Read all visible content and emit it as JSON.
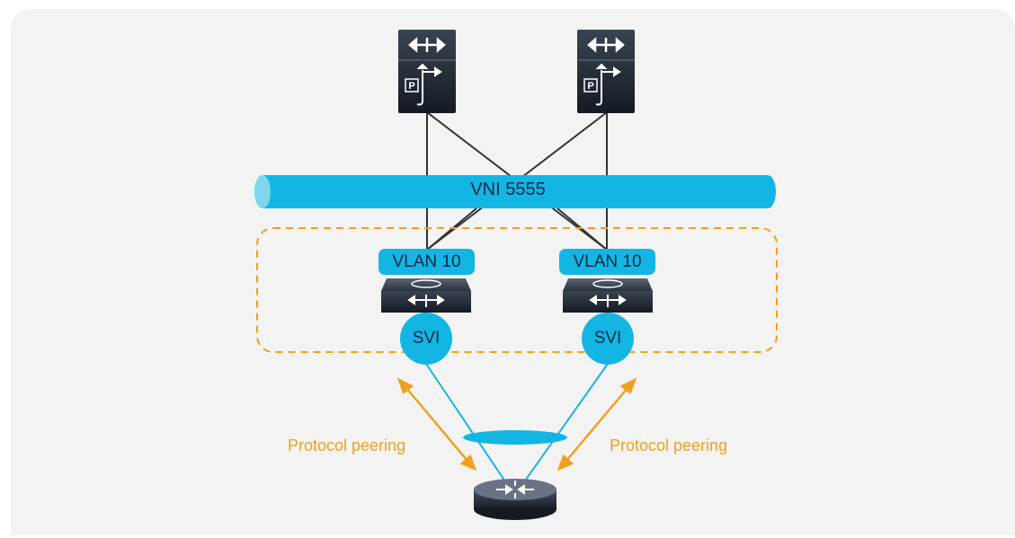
{
  "network": {
    "vni_label": "VNI 5555",
    "vlan_left": "VLAN 10",
    "vlan_right": "VLAN 10",
    "svi_left": "SVI",
    "svi_right": "SVI",
    "peering_left": "Protocol peering",
    "peering_right": "Protocol peering",
    "spine_badge": "P"
  },
  "colors": {
    "background_panel": "#f3f3f3",
    "vni_tube": "#13b6e3",
    "vlan_box": "#13b6e3",
    "svi": "#13b6e3",
    "peering": "#f0a01e",
    "device_dark": "#1c2430",
    "link_dark": "#333333",
    "link_cyan": "#19b5dc"
  },
  "icons": [
    "spine-switch-icon",
    "leaf-switch-icon",
    "router-icon"
  ]
}
